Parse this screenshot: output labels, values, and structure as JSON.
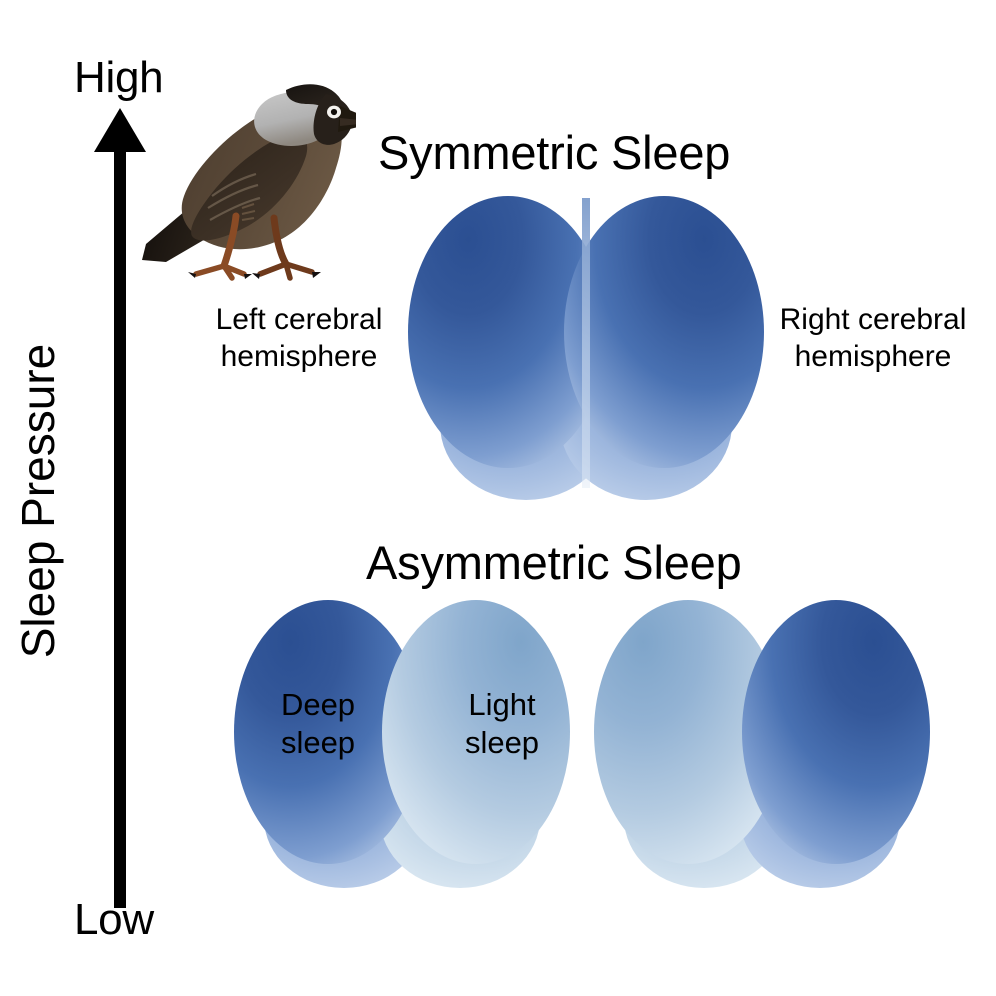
{
  "figure": {
    "title": "Avian sleep pressure and hemispheric sleep diagram",
    "background": "#FFFFFF"
  },
  "axis": {
    "name": "sleep-pressure-axis",
    "label": "Sleep Pressure",
    "high_label": "High",
    "low_label": "Low",
    "direction": "up",
    "color": "#000000"
  },
  "bird": {
    "icon": "jackdaw-bird-icon",
    "description": "Perched jackdaw, grey nape, dark brown plumage",
    "colors": {
      "crown": "#231E18",
      "nape": "#BFBFBF",
      "body": "#544335",
      "wing": "#3A2E24",
      "tail": "#1E1914",
      "beak": "#20190F",
      "leg": "#8A4B25",
      "eye": "#FFFFFF",
      "pupil": "#140F0A"
    }
  },
  "sections": [
    {
      "id": "symmetric",
      "title": "Symmetric Sleep",
      "brains": [
        {
          "id": "brain-symmetric",
          "left_hemisphere_state": "deep",
          "right_hemisphere_state": "deep"
        }
      ],
      "labels": {
        "left": "Left cerebral\nhemisphere",
        "left_line1": "Left cerebral",
        "left_line2": "hemisphere",
        "right_line1": "Right cerebral",
        "right_line2": "hemisphere"
      }
    },
    {
      "id": "asymmetric",
      "title": "Asymmetric Sleep",
      "brains": [
        {
          "id": "brain-asym-left",
          "left_hemisphere_state": "deep",
          "right_hemisphere_state": "light"
        },
        {
          "id": "brain-asym-right",
          "left_hemisphere_state": "light",
          "right_hemisphere_state": "deep"
        }
      ],
      "labels": {
        "deep_line1": "Deep",
        "deep_line2": "sleep",
        "light_line1": "Light",
        "light_line2": "sleep"
      }
    }
  ],
  "colors": {
    "deep_dark": "#2E5395",
    "deep_mid": "#4A72B5",
    "deep_light": "#A9C0E2",
    "light_dark": "#7FA5CA",
    "light_mid": "#A7C4DD",
    "light_pale": "#DCE8F3",
    "text": "#000000"
  },
  "chart_data": {
    "type": "diagram",
    "title": "Sleep pressure and hemispheric sleep states in birds",
    "ylabel": "Sleep Pressure",
    "ylim_labels": [
      "Low",
      "High"
    ],
    "rows": [
      {
        "label": "Symmetric Sleep",
        "pressure": "High",
        "hemispheres": [
          {
            "side": "Left cerebral hemisphere",
            "state": "Deep sleep"
          },
          {
            "side": "Right cerebral hemisphere",
            "state": "Deep sleep"
          }
        ]
      },
      {
        "label": "Asymmetric Sleep",
        "pressure": "Low",
        "hemispheres": [
          {
            "side": "Left cerebral hemisphere",
            "state": "Deep sleep"
          },
          {
            "side": "Right cerebral hemisphere",
            "state": "Light sleep"
          },
          {
            "side": "Left cerebral hemisphere",
            "state": "Light sleep"
          },
          {
            "side": "Right cerebral hemisphere",
            "state": "Deep sleep"
          }
        ]
      }
    ]
  }
}
